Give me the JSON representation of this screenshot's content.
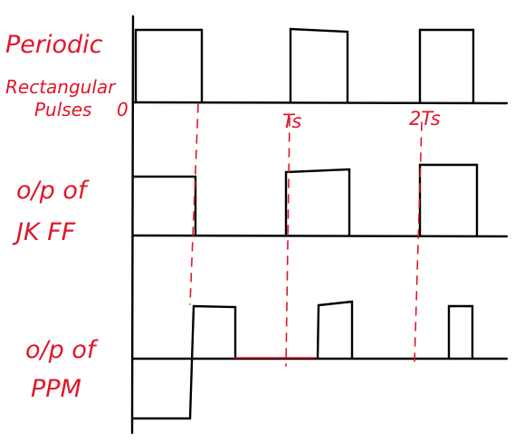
{
  "labels": {
    "row1": [
      "Periodic",
      "Rectangular",
      "Pulses"
    ],
    "row2": [
      "o/p of",
      "JK FF"
    ],
    "row3": [
      "o/p of",
      "PPM"
    ]
  },
  "axis": {
    "origin": "0",
    "tick1": "Ts",
    "tick2": "2Ts"
  },
  "colors": {
    "ink": "#000000",
    "annotation": "#e0162b"
  }
}
